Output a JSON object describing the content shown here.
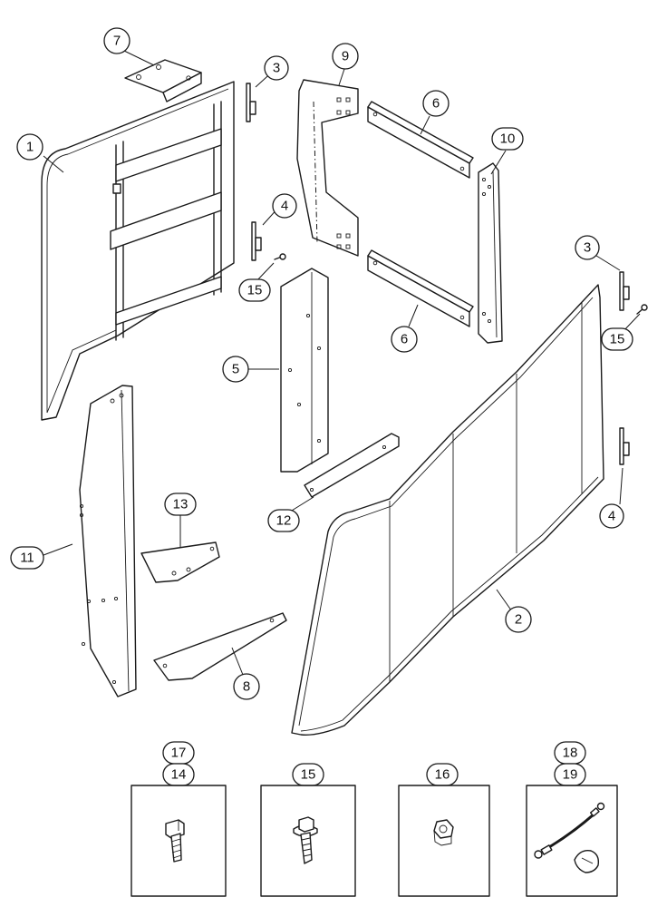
{
  "callouts": {
    "c1": "1",
    "c2": "2",
    "c3a": "3",
    "c3b": "3",
    "c4a": "4",
    "c4b": "4",
    "c5": "5",
    "c6a": "6",
    "c6b": "6",
    "c7": "7",
    "c8": "8",
    "c9": "9",
    "c10": "10",
    "c11": "11",
    "c12": "12",
    "c13": "13",
    "c15a": "15",
    "c15b": "15"
  },
  "hardware_boxes": {
    "box_a": {
      "label_top": "17",
      "label_bottom": "14",
      "icon": "hex-bolt-icon"
    },
    "box_b": {
      "label_top": "15",
      "icon": "flange-bolt-icon"
    },
    "box_c": {
      "label_top": "16",
      "icon": "hex-nut-icon"
    },
    "box_d": {
      "label_top": "18",
      "label_bottom": "19",
      "icon": "ground-strap-icon"
    }
  },
  "colors": {
    "line": "#1a1a1a",
    "background": "#ffffff"
  }
}
